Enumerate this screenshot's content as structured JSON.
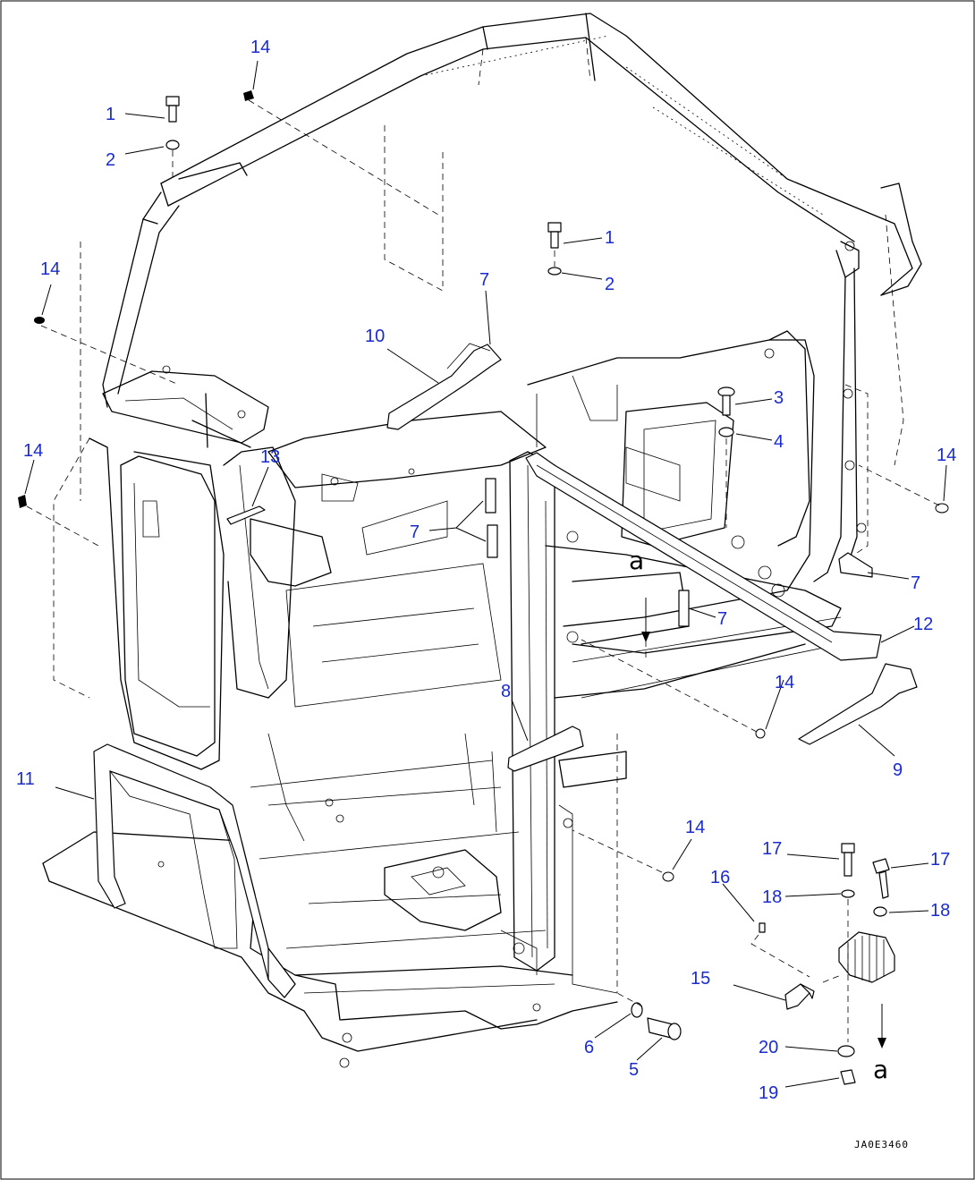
{
  "diagram": {
    "drawing_code": "JA0E3460",
    "view_reference": "a",
    "accent_color": "#1a2bd0",
    "callouts": [
      "1",
      "2",
      "3",
      "4",
      "5",
      "6",
      "7",
      "8",
      "9",
      "10",
      "11",
      "12",
      "13",
      "14",
      "15",
      "16",
      "17",
      "18",
      "19",
      "20"
    ]
  }
}
